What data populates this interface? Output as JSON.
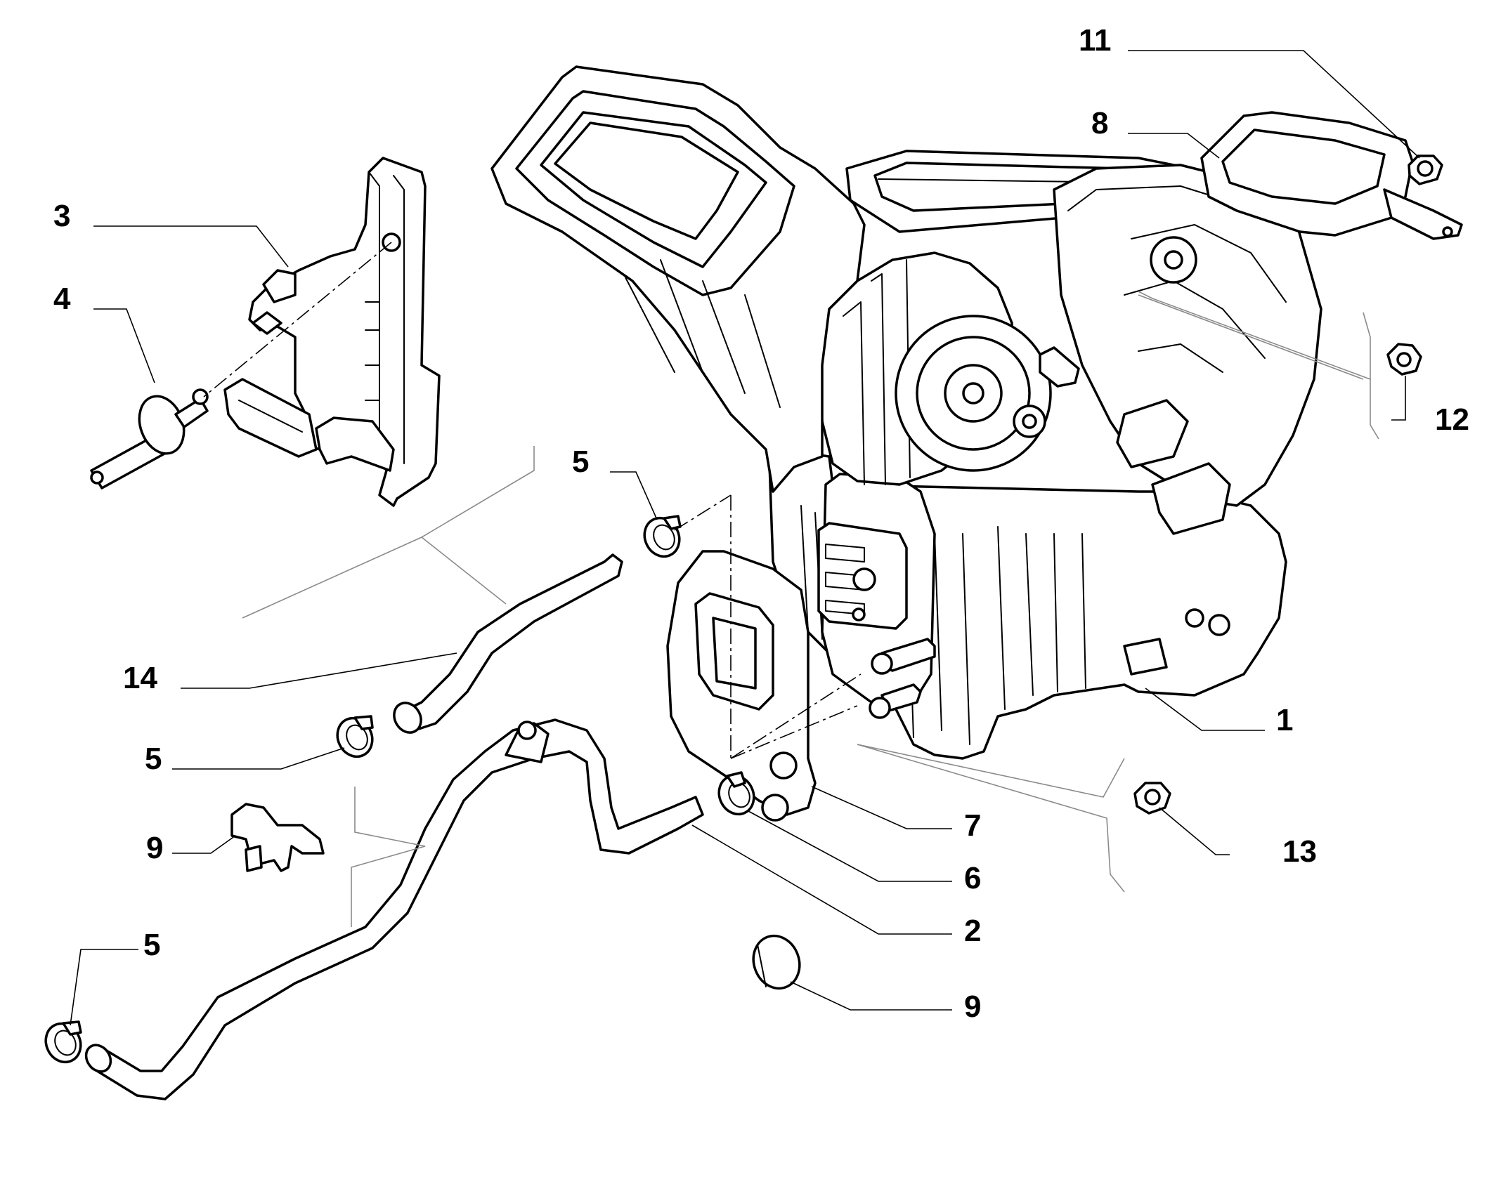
{
  "diagram": {
    "callouts": [
      {
        "id": "c11",
        "text": "11"
      },
      {
        "id": "c8",
        "text": "8"
      },
      {
        "id": "c3",
        "text": "3"
      },
      {
        "id": "c4",
        "text": "4"
      },
      {
        "id": "c12",
        "text": "12"
      },
      {
        "id": "c5a",
        "text": "5"
      },
      {
        "id": "c14",
        "text": "14"
      },
      {
        "id": "c1",
        "text": "1"
      },
      {
        "id": "c5b",
        "text": "5"
      },
      {
        "id": "c7",
        "text": "7"
      },
      {
        "id": "c13",
        "text": "13"
      },
      {
        "id": "c9a",
        "text": "9"
      },
      {
        "id": "c6",
        "text": "6"
      },
      {
        "id": "c2",
        "text": "2"
      },
      {
        "id": "c5c",
        "text": "5"
      },
      {
        "id": "c9b",
        "text": "9"
      }
    ],
    "parts": {
      "hvac_unit": "1",
      "heater_hose": "2",
      "bracket": "3",
      "push_pin": "4",
      "hose_clamp": "5",
      "clamp": "6",
      "gasket": "7",
      "control_module": "8",
      "clip": "9",
      "nut_11": "11",
      "nut_12": "12",
      "nut_13": "13",
      "return_hose": "14"
    }
  }
}
